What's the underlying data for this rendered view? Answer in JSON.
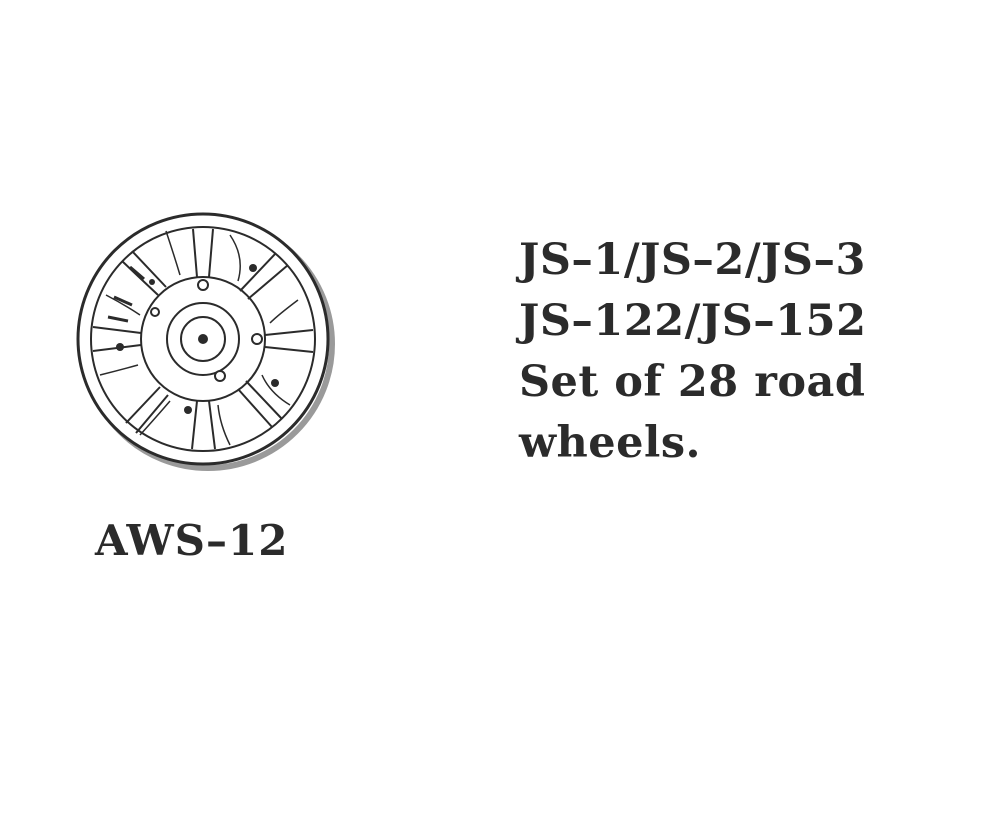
{
  "product": {
    "code": "AWS–12",
    "description_lines": [
      "JS–1/JS–2/JS–3",
      "JS–122/JS–152",
      "Set of 28 road",
      "wheels."
    ]
  },
  "illustration": {
    "icon": "road-wheel-icon",
    "line_color": "#2b2b2b",
    "shadow_color": "#9a9a9a"
  }
}
